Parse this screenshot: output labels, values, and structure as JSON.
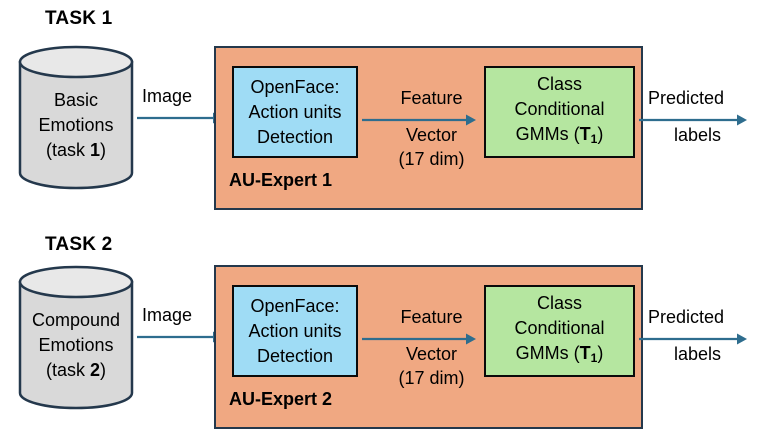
{
  "figure": {
    "type": "flow-diagram",
    "background": "#ffffff",
    "colors": {
      "outline_navy": "#24384C",
      "cylinder_fill": "#D9D9D9",
      "cylinder_top_fill": "#E8E8E8",
      "expert_panel_fill": "#F0A882",
      "openface_box_fill": "#9FDCF5",
      "gmm_box_fill": "#B5E6A0",
      "arrow_color": "#2E6D8E",
      "box_outline": "#0A0A0A",
      "text": "#000000"
    }
  },
  "rows": [
    {
      "task_title": "TASK 1",
      "dataset": {
        "line1": "Basic",
        "line2": "Emotions",
        "line3_prefix": "(task ",
        "line3_bold": "1",
        "line3_suffix": ")"
      },
      "edge_in": {
        "label": "Image"
      },
      "expert": {
        "caption": "AU-Expert 1",
        "openface": {
          "line1": "OpenFace:",
          "line2": "Action units",
          "line3": "Detection"
        },
        "edge_mid": {
          "above": "Feature",
          "below1": "Vector",
          "below2": "(17 dim)"
        },
        "gmm": {
          "line1": "Class",
          "line2": "Conditional",
          "line3_prefix": "GMMs (",
          "line3_symbol": "T",
          "line3_subscript": "1",
          "line3_suffix": ")"
        }
      },
      "edge_out": {
        "above": "Predicted",
        "below": "labels"
      }
    },
    {
      "task_title": "TASK 2",
      "dataset": {
        "line1": "Compound",
        "line2": "Emotions",
        "line3_prefix": "(task ",
        "line3_bold": "2",
        "line3_suffix": ")"
      },
      "edge_in": {
        "label": "Image"
      },
      "expert": {
        "caption": "AU-Expert 2",
        "openface": {
          "line1": "OpenFace:",
          "line2": "Action units",
          "line3": "Detection"
        },
        "edge_mid": {
          "above": "Feature",
          "below1": "Vector",
          "below2": "(17 dim)"
        },
        "gmm": {
          "line1": "Class",
          "line2": "Conditional",
          "line3_prefix": "GMMs (",
          "line3_symbol": "T",
          "line3_subscript": "1",
          "line3_suffix": ")"
        }
      },
      "edge_out": {
        "above": "Predicted",
        "below": "labels"
      }
    }
  ]
}
